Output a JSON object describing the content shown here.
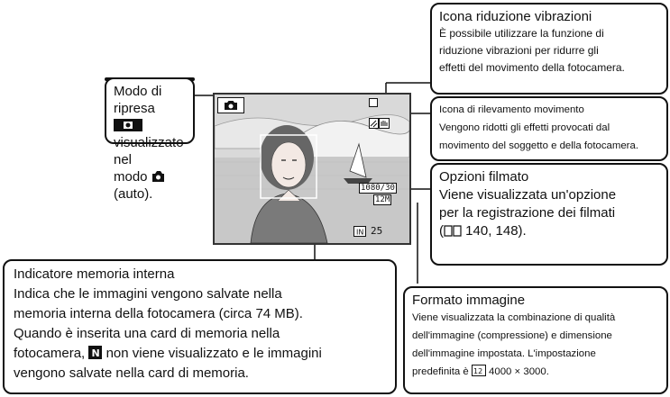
{
  "callouts": {
    "shooting_mode": {
      "title": "Modo di ripresa",
      "line2": "visualizzato nel",
      "line3_pre": "modo",
      "line3_post": "(auto)."
    },
    "vr_icon": {
      "title": "Icona riduzione vibrazioni",
      "line1": "È possibile utilizzare la funzione di",
      "line2": "riduzione vibrazioni per ridurre gli",
      "line3": "effetti del movimento della fotocamera."
    },
    "motion_icon": {
      "title": "Icona di rilevamento movimento",
      "line1": "Vengono ridotti gli effetti provocati dal",
      "line2": "movimento del soggetto e della fotocamera."
    },
    "movie_options": {
      "title": "Opzioni filmato",
      "line1": "Viene visualizzata un'opzione",
      "line2": "per la registrazione dei filmati",
      "line3": "140, 148)."
    },
    "image_size": {
      "title": "Formato immagine",
      "line1": "Viene visualizzata la combinazione di qualità",
      "line2": "dell'immagine (compressione) e dimensione",
      "line3": "dell'immagine impostata. L'impostazione",
      "line4_pre": "predefinita è",
      "line4_post": "4000 × 3000."
    },
    "internal_memory": {
      "title": "Indicatore memoria interna",
      "line1": "Indica che le immagini vengono salvate nella",
      "line2": "memoria interna della fotocamera (circa 74 MB).",
      "line3": "Quando è inserita una card di memoria nella",
      "line4_pre": "fotocamera,",
      "line4_post": "non viene visualizzato e le immagini",
      "line5": "vengono salvate nella card di memoria."
    }
  },
  "lcd": {
    "exposures_remaining": "25",
    "movie_option": "1080/30",
    "image_size_code": "12M"
  },
  "icons": [
    "camera-icon",
    "vr-hand-icon",
    "motion-detection-icon",
    "movie-option-icon",
    "image-size-icon",
    "internal-memory-icon",
    "book-icon"
  ]
}
